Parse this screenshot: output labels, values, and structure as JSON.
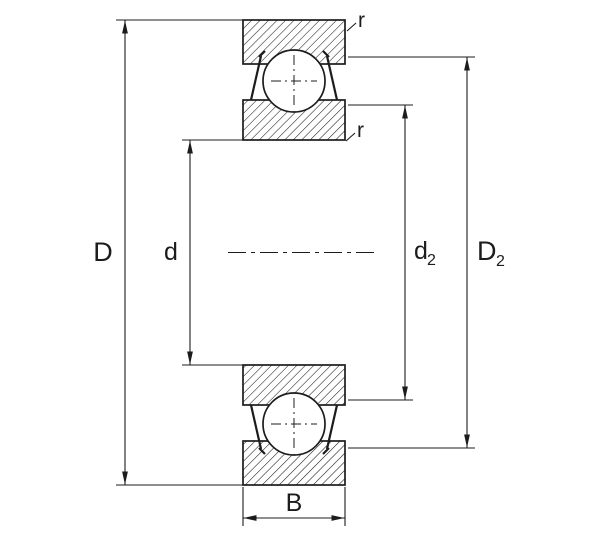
{
  "labels": {
    "D": "D",
    "d": "d",
    "d2_base": "d",
    "d2_sub": "2",
    "D2_base": "D",
    "D2_sub": "2",
    "B": "B",
    "r_top": "r",
    "r_inner": "r"
  },
  "colors": {
    "line": "#1c1c1c",
    "background": "#ffffff"
  }
}
